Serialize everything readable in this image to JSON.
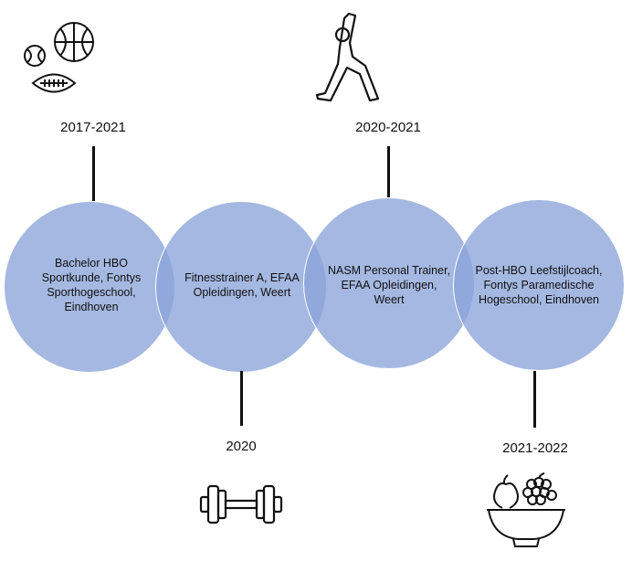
{
  "milestones": [
    {
      "date": "2017-2021",
      "label": "Bachelor HBO Sportkunde, Fontys Sporthogeschool, Eindhoven",
      "icon": "sports-balls-icon"
    },
    {
      "date": "2020",
      "label": "Fitnesstrainer A, EFAA Opleidingen, Weert",
      "icon": "dumbbell-icon"
    },
    {
      "date": "2020-2021",
      "label": "NASM Personal Trainer, EFAA Opleidingen, Weert",
      "icon": "yoga-pose-icon"
    },
    {
      "date": "2021-2022",
      "label": "Post-HBO Leefstijlcoach, Fontys Paramedische Hogeschool, Eindhoven",
      "icon": "fruit-bowl-icon"
    }
  ],
  "colors": {
    "circle": "#8aa4d8",
    "line": "#111111"
  }
}
